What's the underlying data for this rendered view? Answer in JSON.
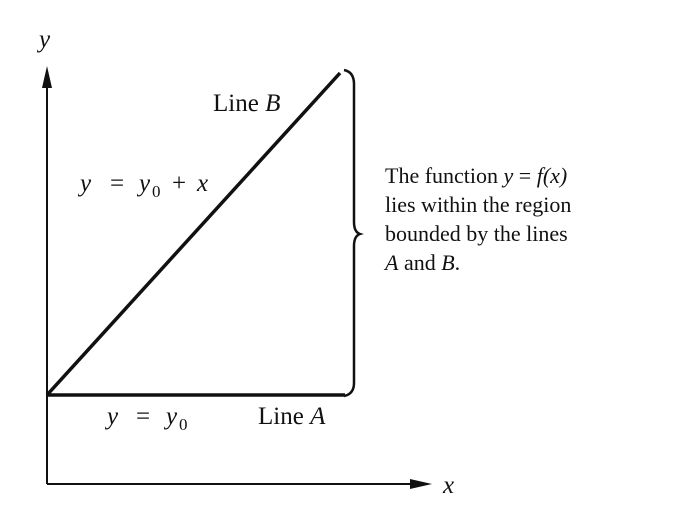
{
  "axes": {
    "x_label": "x",
    "y_label": "y"
  },
  "lines": {
    "b": {
      "name_prefix": "Line ",
      "name_letter": "B",
      "equation_lhs": "y",
      "equation_eq": "=",
      "equation_y": "y",
      "equation_sub": "0",
      "equation_plus": "+",
      "equation_x": "x"
    },
    "a": {
      "name_prefix": "Line ",
      "name_letter": "A",
      "equation_lhs": "y",
      "equation_eq": "=",
      "equation_y": "y",
      "equation_sub": "0"
    }
  },
  "caption": {
    "line1_text": "The function ",
    "line1_y": "y",
    "line1_eq": " = ",
    "line1_fx": "f(x)",
    "line2": "lies within the region",
    "line3": "bounded by the lines",
    "line4_a": "A",
    "line4_and": " and ",
    "line4_b": "B",
    "line4_end": "."
  },
  "colors": {
    "ink": "#111111",
    "background": "#ffffff"
  }
}
